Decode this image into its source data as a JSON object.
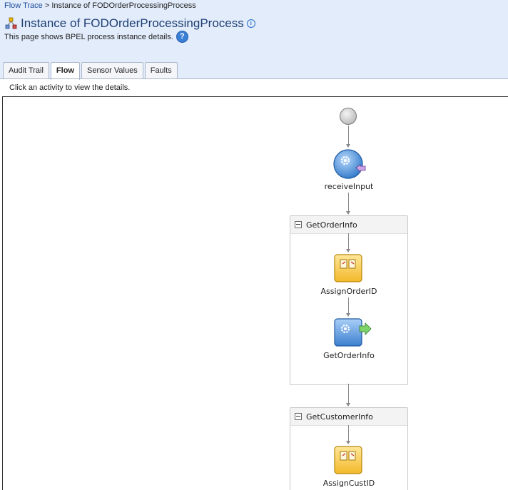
{
  "breadcrumb": {
    "link": "Flow Trace",
    "separator": ">",
    "current": "Instance of FODOrderProcessingProcess"
  },
  "header": {
    "title": "Instance of FODOrderProcessingProcess",
    "subtitle": "This page shows BPEL process instance details.",
    "help_glyph": "?",
    "info_glyph": "i"
  },
  "tabs": [
    {
      "label": "Audit Trail"
    },
    {
      "label": "Flow"
    },
    {
      "label": "Sensor Values"
    },
    {
      "label": "Faults"
    }
  ],
  "active_tab": "Flow",
  "hint": "Click an activity to view the details.",
  "flow": {
    "nodes": {
      "receive": "receiveInput",
      "assign_order": "AssignOrderID",
      "invoke_order": "GetOrderInfo",
      "assign_cust": "AssignCustID"
    },
    "scopes": [
      {
        "label": "GetOrderInfo"
      },
      {
        "label": "GetCustomerInfo"
      }
    ]
  },
  "colors": {
    "header_bg": "#e2ecfb",
    "title": "#1e3f73",
    "link": "#1f4e9a",
    "assign_fill": "#ffd25a",
    "invoke_fill": "#4f8fd6"
  }
}
